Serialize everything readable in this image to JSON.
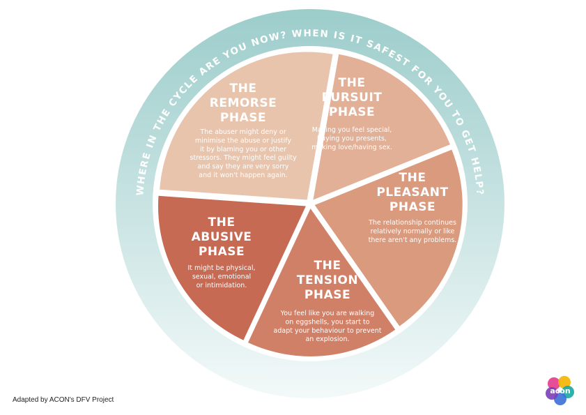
{
  "ring_question": "WHERE IN THE CYCLE ARE YOU NOW? WHEN IS IT SAFEST FOR YOU TO GET HELP?",
  "segments": [
    {
      "key": "remorse",
      "title": [
        "THE",
        "REMORSE",
        "PHASE"
      ],
      "body": [
        "The abuser might deny or",
        "minimise the abuse or justify",
        "it by blaming you or other",
        "stressors. They might feel guilty",
        "and say they are very sorry",
        "and it won't happen again."
      ],
      "color": "#e8c4ad"
    },
    {
      "key": "pursuit",
      "title": [
        "THE",
        "PURSUIT",
        "PHASE"
      ],
      "body": [
        "Making you feel special,",
        "buying you presents,",
        "making love/having sex."
      ],
      "color": "#e2b096"
    },
    {
      "key": "pleasant",
      "title": [
        "THE",
        "PLEASANT",
        "PHASE"
      ],
      "body": [
        "The relationship continues",
        "relatively normally or like",
        "there aren't any problems."
      ],
      "color": "#d99a7e"
    },
    {
      "key": "tension",
      "title": [
        "THE",
        "TENSION",
        "PHASE"
      ],
      "body": [
        "You feel like you are walking",
        "on eggshells, you start to",
        "adapt your behaviour to prevent",
        "an explosion."
      ],
      "color": "#d18068"
    },
    {
      "key": "abusive",
      "title": [
        "THE",
        "ABUSIVE",
        "PHASE"
      ],
      "body": [
        "It might be physical,",
        "sexual, emotional",
        "or intimidation."
      ],
      "color": "#c66a53"
    }
  ],
  "colors": {
    "ring_top": "#9ccdcb",
    "ring_bottom": "#f3f9f9",
    "gap": "#ffffff"
  },
  "credit": "Adapted by ACON's DFV Project",
  "logo": {
    "text": "acon",
    "icon": "acon-logo-icon"
  }
}
